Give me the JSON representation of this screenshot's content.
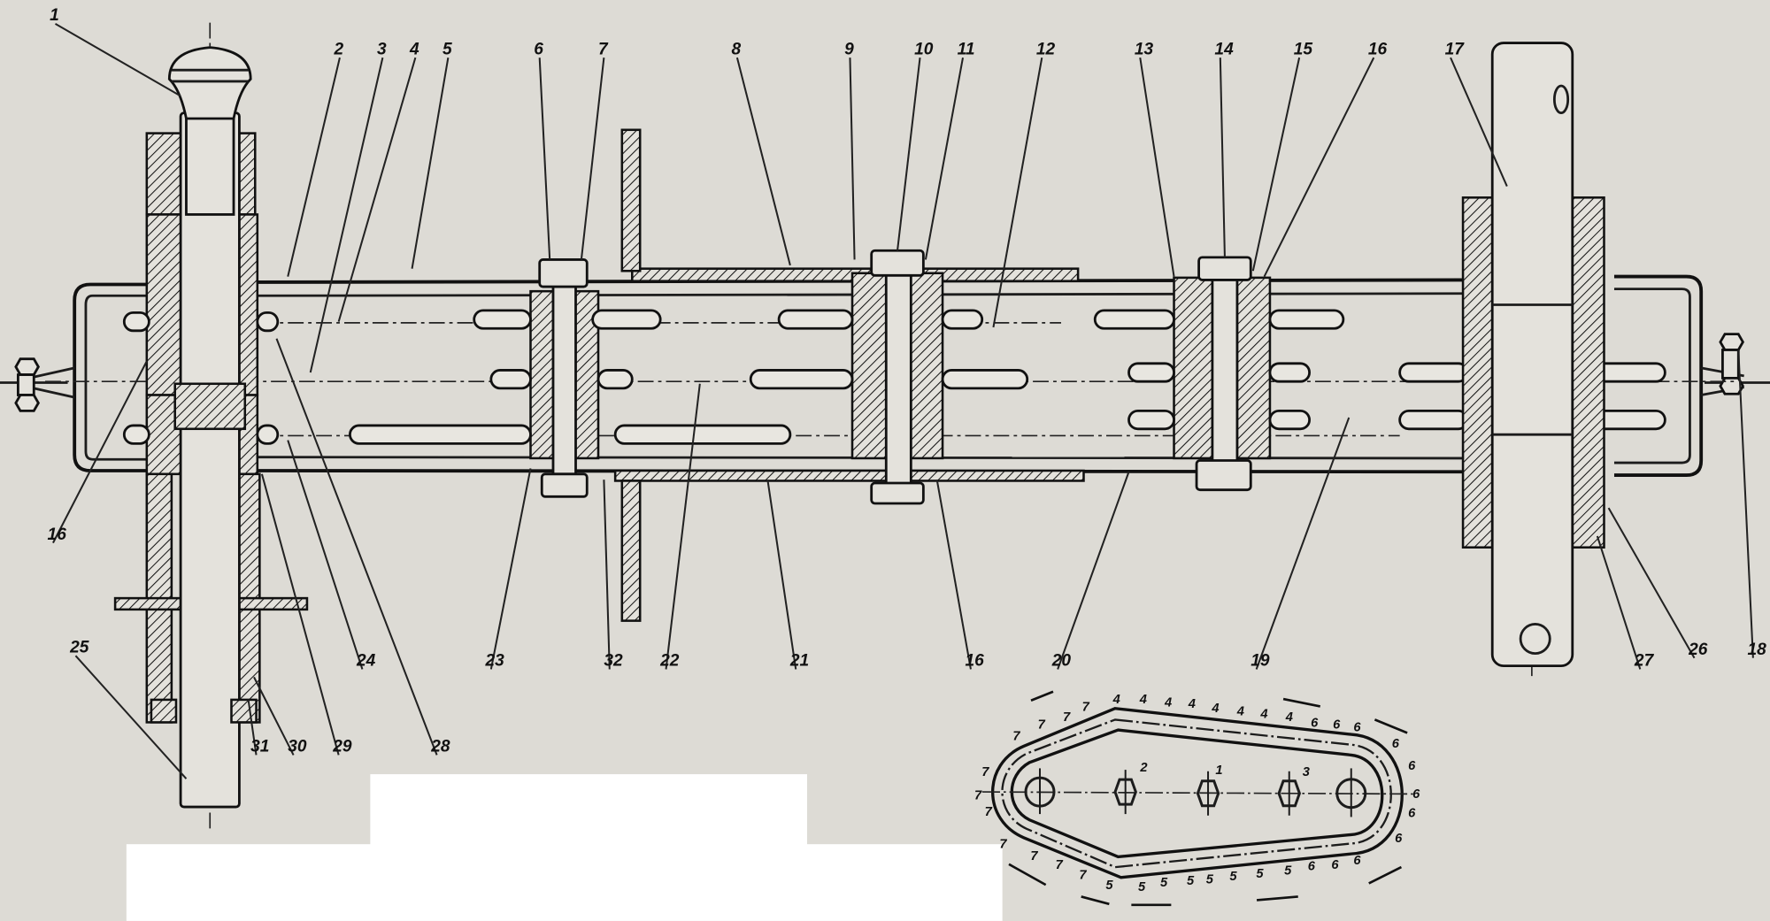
{
  "callouts": [
    "1",
    "2",
    "3",
    "4",
    "5",
    "6",
    "7",
    "8",
    "9",
    "10",
    "11",
    "12",
    "13",
    "14",
    "15",
    "16",
    "17",
    "16",
    "25",
    "31",
    "30",
    "29",
    "28",
    "24",
    "23",
    "32",
    "22",
    "21",
    "16",
    "20",
    "19",
    "27",
    "26",
    "18"
  ],
  "chain": {
    "sprocket_labels": [
      "2",
      "1",
      "3"
    ],
    "tooth_marks": [
      "7",
      "7",
      "7",
      "7",
      "4",
      "4",
      "4",
      "4",
      "4",
      "4",
      "4",
      "4",
      "6",
      "6",
      "6",
      "6",
      "6",
      "6",
      "6",
      "6",
      "7",
      "7",
      "7",
      "7",
      "7",
      "7",
      "7",
      "5",
      "5",
      "5",
      "5",
      "5",
      "5",
      "5",
      "5",
      "6",
      "6",
      "6"
    ]
  },
  "colors": {
    "paper": "#dddbd5",
    "ink": "#111111",
    "blank": "#ffffff"
  }
}
